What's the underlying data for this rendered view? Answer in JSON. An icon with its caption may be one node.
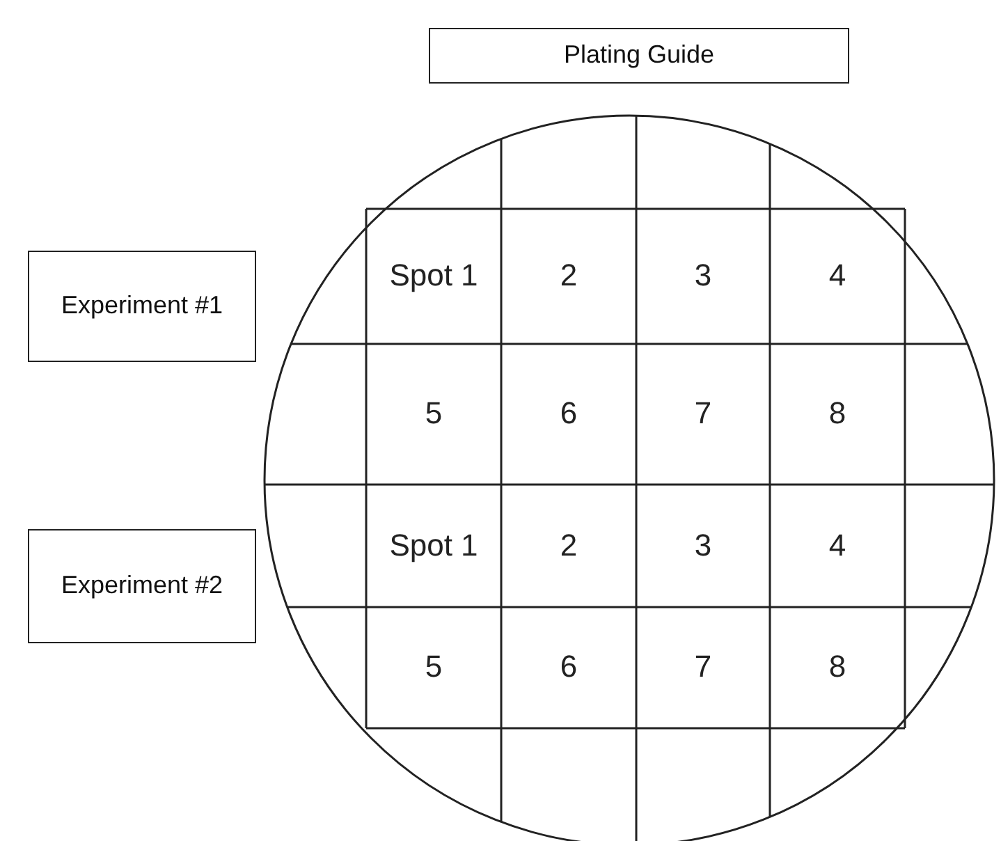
{
  "diagram": {
    "nodes": [
      {
        "text": [
          "Plating Guide"
        ]
      },
      {
        "text": [
          "Experiment #1"
        ]
      },
      {
        "text": [
          "Experiment #2"
        ]
      }
    ],
    "labels": [
      "Spot 1",
      "2",
      "3",
      "4",
      "5",
      "6",
      "7",
      "8",
      "Spot 1",
      "2",
      "3",
      "4",
      "5",
      "6",
      "7",
      "8"
    ]
  }
}
